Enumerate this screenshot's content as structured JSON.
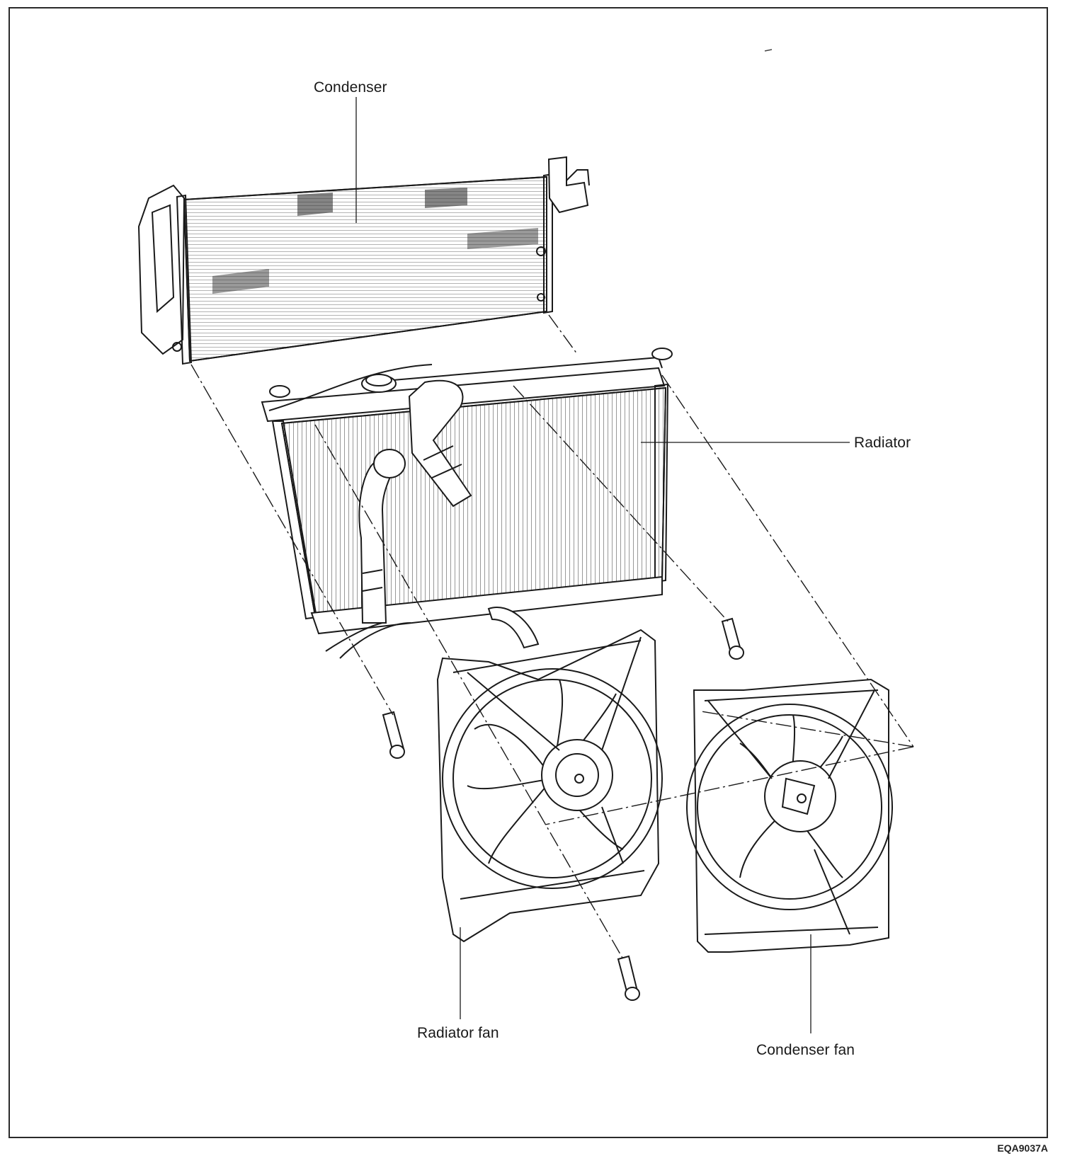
{
  "labels": {
    "condenser": "Condenser",
    "radiator": "Radiator",
    "radiator_fan": "Radiator fan",
    "condenser_fan": "Condenser fan"
  },
  "figure_code": "EQA9037A"
}
